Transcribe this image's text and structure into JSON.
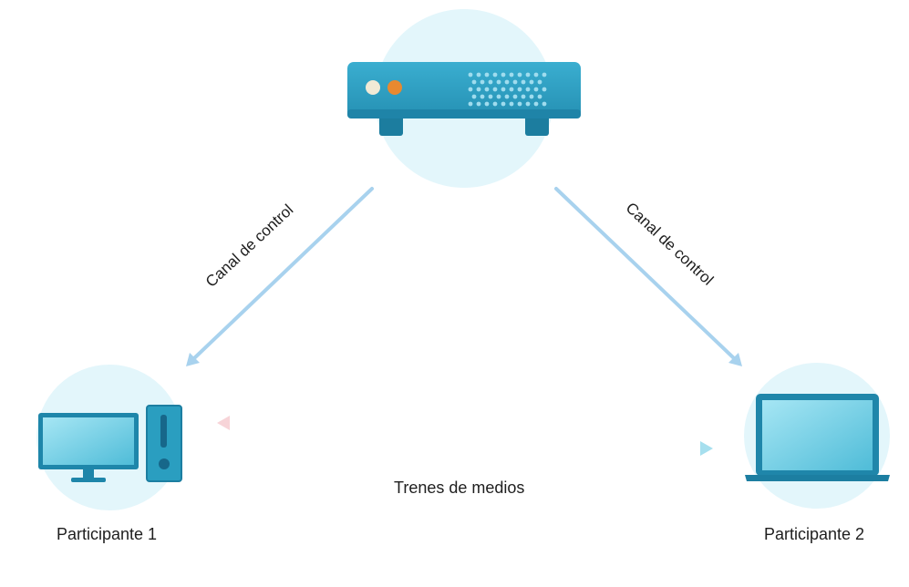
{
  "nodes": {
    "server": {
      "icon": "server-icon"
    },
    "participant1": {
      "label": "Participante 1",
      "icon": "desktop-computer-icon"
    },
    "participant2": {
      "label": "Participante 2",
      "icon": "laptop-icon"
    }
  },
  "edges": {
    "control_left": {
      "label": "Canal de control"
    },
    "control_right": {
      "label": "Canal de control"
    },
    "media": {
      "label": "Trenes de medios"
    }
  },
  "colors": {
    "halo": "#e3f6fb",
    "device_dark": "#1f7fa0",
    "device_main": "#2c9ebf",
    "screen_light": "#8fd8ec",
    "control_arrow": "#a8d2ee",
    "media_out": "#f3c1c6",
    "media_in": "#7ed0e2",
    "led_cream": "#f1ead6",
    "led_orange": "#e8892f"
  }
}
